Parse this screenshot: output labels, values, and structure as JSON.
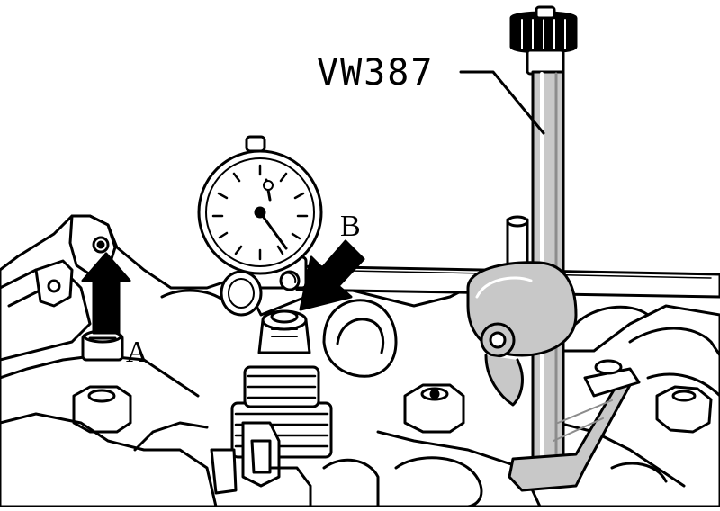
{
  "labels": {
    "tool": "VW387",
    "a": "A",
    "b": "B"
  },
  "colors": {
    "ink": "#000000",
    "paper": "#ffffff",
    "shade": "#c8c8c8",
    "dark_shade": "#8c8c8c"
  }
}
